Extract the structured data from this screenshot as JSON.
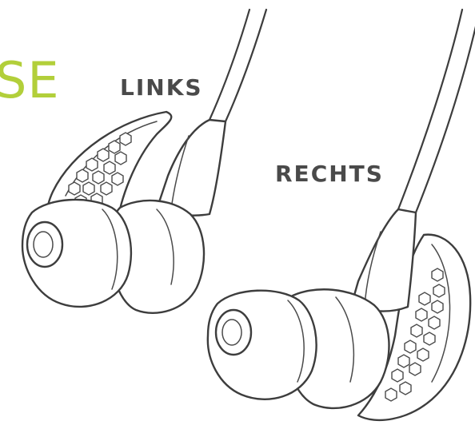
{
  "heading_fragment": "SE",
  "labels": {
    "left": "LINKS",
    "right": "RECHTS"
  },
  "colors": {
    "accent": "#b2cf3a",
    "label": "#4a4a4a",
    "outline": "#3d3d3d"
  }
}
